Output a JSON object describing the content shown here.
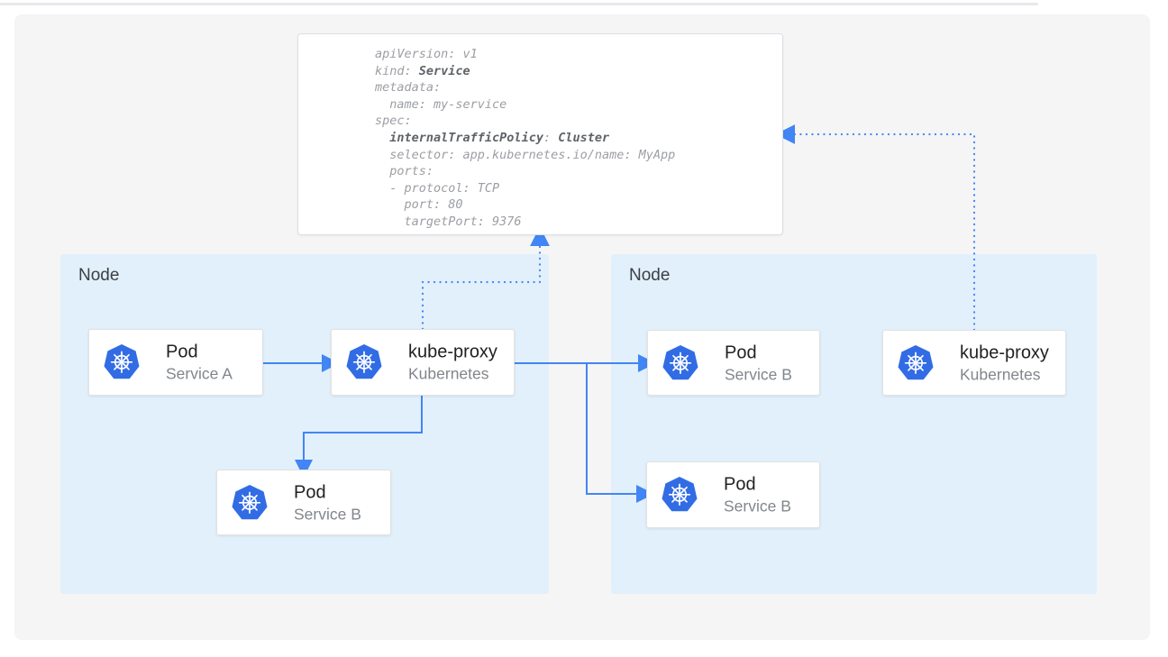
{
  "colors": {
    "accent_blue": "#4285f4",
    "kubernetes_blue": "#326ce5",
    "node_fill": "#e2f0fb",
    "panel_gray": "#f5f5f6",
    "code_gray": "#9b9ea3",
    "code_bold_gray": "#5f6368"
  },
  "yaml_card": {
    "l1": "apiVersion: v1",
    "l2a": "kind: ",
    "l2b": "Service",
    "l3": "metadata:",
    "l4": "  name: my-service",
    "l5": "spec:",
    "l6a": "  ",
    "l6b": "internalTrafficPolicy",
    "l6c": ": ",
    "l6d": "Cluster",
    "l7": "  selector: app.kubernetes.io/name: MyApp",
    "l8": "  ports:",
    "l9": "  - protocol: TCP",
    "l10": "    port: 80",
    "l11": "    targetPort: 9376"
  },
  "nodes": [
    {
      "label": "Node"
    },
    {
      "label": "Node"
    }
  ],
  "cards": [
    {
      "title": "Pod",
      "subtitle": "Service A",
      "icon": "kubernetes-logo"
    },
    {
      "title": "kube-proxy",
      "subtitle": "Kubernetes",
      "icon": "kubernetes-logo"
    },
    {
      "title": "Pod",
      "subtitle": "Service B",
      "icon": "kubernetes-logo"
    },
    {
      "title": "Pod",
      "subtitle": "Service B",
      "icon": "kubernetes-logo"
    },
    {
      "title": "Pod",
      "subtitle": "Service B",
      "icon": "kubernetes-logo"
    },
    {
      "title": "kube-proxy",
      "subtitle": "Kubernetes",
      "icon": "kubernetes-logo"
    }
  ]
}
